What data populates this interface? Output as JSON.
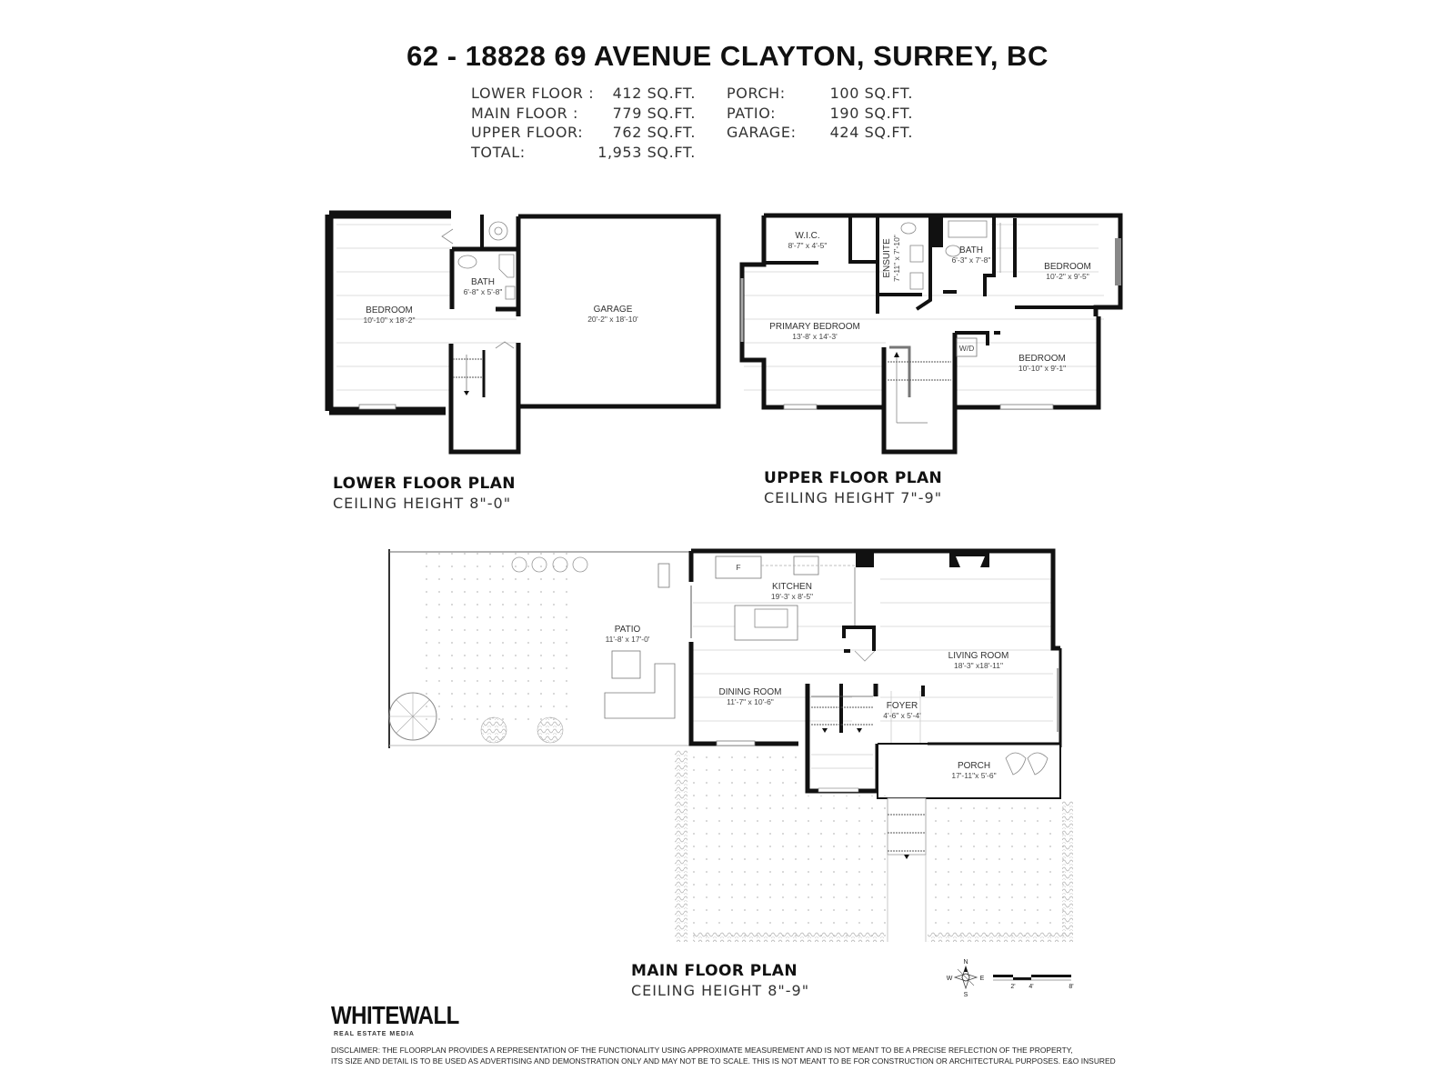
{
  "header": {
    "title": "62 - 18828 69 AVENUE CLAYTON, SURREY, BC"
  },
  "areas": {
    "left": [
      {
        "label": "LOWER FLOOR :",
        "value": "412 SQ.FT."
      },
      {
        "label": "MAIN FLOOR :",
        "value": "779 SQ.FT."
      },
      {
        "label": "UPPER FLOOR:",
        "value": "762 SQ.FT."
      },
      {
        "label": "TOTAL:",
        "value": "1,953 SQ.FT."
      }
    ],
    "right": [
      {
        "label": "PORCH:",
        "value": "100 SQ.FT."
      },
      {
        "label": "PATIO:",
        "value": "190 SQ.FT."
      },
      {
        "label": "GARAGE:",
        "value": "424 SQ.FT."
      }
    ]
  },
  "plans": {
    "lower": {
      "name": "LOWER FLOOR PLAN",
      "ceiling": "CEILING HEIGHT 8\"-0\"",
      "rooms": [
        {
          "name": "BEDROOM",
          "dim": "10'-10\" x 18'-2\""
        },
        {
          "name": "BATH",
          "dim": "6'-8\" x 5'-8\""
        },
        {
          "name": "GARAGE",
          "dim": "20'-2\" x 18'-10'"
        }
      ]
    },
    "upper": {
      "name": "UPPER FLOOR PLAN",
      "ceiling": "CEILING HEIGHT 7\"-9\"",
      "rooms": [
        {
          "name": "W.I.C.",
          "dim": "8'-7\" x 4'-5\""
        },
        {
          "name": "ENSUITE",
          "dim": "7'-11\" x 7'-10\""
        },
        {
          "name": "BATH",
          "dim": "6'-3\" x 7'-8\""
        },
        {
          "name": "BEDROOM",
          "dim": "10'-2\" x 9'-5\""
        },
        {
          "name": "PRIMARY BEDROOM",
          "dim": "13'-8' x 14'-3'"
        },
        {
          "name": "BEDROOM",
          "dim": "10'-10\" x 9'-1\""
        },
        {
          "name": "W/D",
          "dim": ""
        }
      ]
    },
    "main": {
      "name": "MAIN FLOOR PLAN",
      "ceiling": "CEILING HEIGHT 8\"-9\"",
      "rooms": [
        {
          "name": "PATIO",
          "dim": "11'-8' x 17'-0'"
        },
        {
          "name": "KITCHEN",
          "dim": "19'-3' x 8'-5\""
        },
        {
          "name": "LIVING ROOM",
          "dim": "18'-3\" x18'-11\""
        },
        {
          "name": "DINING ROOM",
          "dim": "11'-7\" x 10'-6\""
        },
        {
          "name": "FOYER",
          "dim": "4'-6\" x 5'-4'"
        },
        {
          "name": "PORCH",
          "dim": "17'-11\"x 5'-6\""
        }
      ]
    }
  },
  "compass": {
    "n": "N",
    "s": "S",
    "e": "E",
    "w": "W"
  },
  "scale": {
    "ticks": [
      "2'",
      "4'",
      "8'"
    ]
  },
  "logo": {
    "brand": "WHITEWALL",
    "tagline": "REAL ESTATE MEDIA"
  },
  "disclaimer": {
    "line1": "DISCLAIMER: THE FLOORPLAN PROVIDES A REPRESENTATION OF THE FUNCTIONALITY USING APPROXIMATE MEASUREMENT AND IS NOT MEANT TO BE A PRECISE REFLECTION OF THE PROPERTY,",
    "line2": "ITS SIZE AND DETAIL IS TO BE USED AS ADVERTISING AND DEMONSTRATION ONLY AND MAY NOT BE TO SCALE. THIS IS NOT MEANT TO BE FOR CONSTRUCTION OR ARCHITECTURAL PURPOSES. E&O INSURED"
  },
  "colors": {
    "wall": "#111111",
    "floor_line": "#d8d8d8",
    "text": "#333333"
  }
}
